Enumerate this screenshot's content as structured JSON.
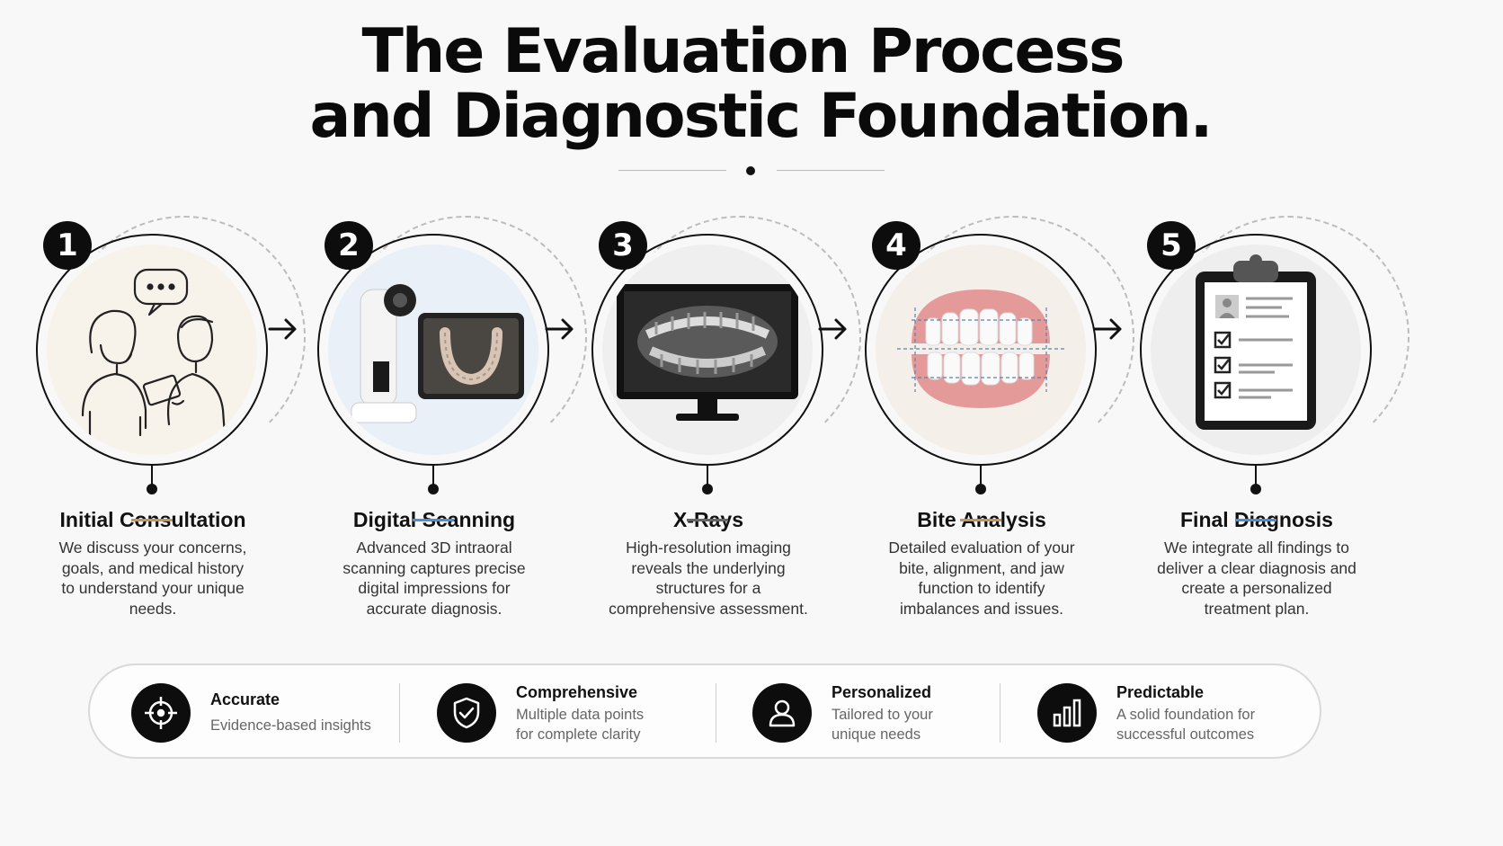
{
  "title": {
    "line1": "The Evaluation Process",
    "line2": "and Diagnostic Foundation."
  },
  "steps": [
    {
      "number": "1",
      "label": "Initial Consultation",
      "accent": "#c8945a",
      "desc1": "We discuss your concerns,",
      "desc2": "goals, and medical history",
      "desc3": "to understand your unique",
      "desc4": "needs.",
      "icon": "consultation-illustration"
    },
    {
      "number": "2",
      "label": "Digital Scanning",
      "accent": "#4a8fd4",
      "desc1": "Advanced 3D intraoral",
      "desc2": "scanning captures precise",
      "desc3": "digital impressions for",
      "desc4": "accurate diagnosis.",
      "icon": "intraoral-scanner-illustration"
    },
    {
      "number": "3",
      "label": "X-Rays",
      "accent": "#666666",
      "desc1": "High-resolution imaging",
      "desc2": "reveals the underlying",
      "desc3": "structures for a",
      "desc4": "comprehensive assessment.",
      "icon": "xray-monitor-illustration"
    },
    {
      "number": "4",
      "label": "Bite Analysis",
      "accent": "#c8945a",
      "desc1": "Detailed evaluation of your",
      "desc2": "bite, alignment, and jaw",
      "desc3": "function to identify",
      "desc4": "imbalances and issues.",
      "icon": "teeth-model-illustration"
    },
    {
      "number": "5",
      "label": "Final Diagnosis",
      "accent": "#4a8fd4",
      "desc1": "We integrate all findings to",
      "desc2": "deliver a clear diagnosis and",
      "desc3": "create a personalized",
      "desc4": "treatment plan.",
      "icon": "clipboard-checklist-illustration"
    }
  ],
  "features": [
    {
      "title": "Accurate",
      "line1": "Evidence-based insights",
      "line2": "",
      "icon": "crosshair-icon"
    },
    {
      "title": "Comprehensive",
      "line1": "Multiple data points",
      "line2": "for complete clarity",
      "icon": "shield-check-icon"
    },
    {
      "title": "Personalized",
      "line1": "Tailored to your",
      "line2": "unique needs",
      "icon": "person-icon"
    },
    {
      "title": "Predictable",
      "line1": "A solid foundation for",
      "line2": "successful outcomes",
      "icon": "bar-chart-icon"
    }
  ]
}
